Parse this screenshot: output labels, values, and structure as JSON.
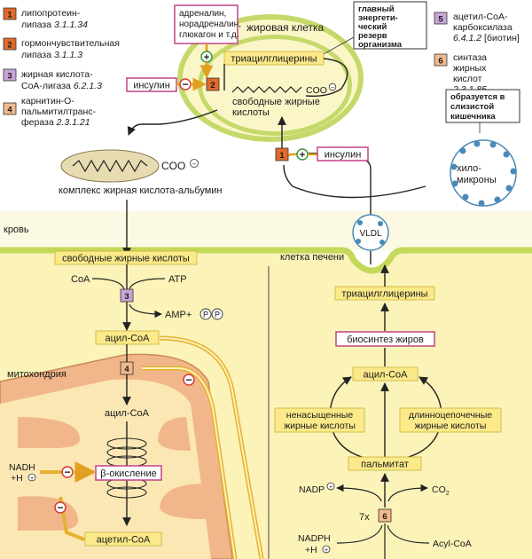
{
  "legend": [
    {
      "num": "1",
      "color": "#e06a2c",
      "line1": "липопротеин-",
      "line2": "липаза",
      "ec": "3.1.1.34"
    },
    {
      "num": "2",
      "color": "#e06a2c",
      "line1": "гормончувствительная",
      "line2": "липаза",
      "ec": "3.1.1.3"
    },
    {
      "num": "3",
      "color": "#c9a6d8",
      "line1": "жирная кислота-",
      "line2": "CoA-лигаза",
      "ec": "6.2.1.3"
    },
    {
      "num": "4",
      "color": "#f0b98e",
      "line1": "карнитин-O-",
      "line2": "пальмитилтранс-",
      "line3": "фераза",
      "ec": "2.3.1.21"
    },
    {
      "num": "5",
      "color": "#c9a6d8",
      "line1": "ацетил-CoA-",
      "line2": "карбоксилаза",
      "ec": "6.4.1.2",
      "extra": "[биотин]"
    },
    {
      "num": "6",
      "color": "#f0b98e",
      "line1": "синтаза",
      "line2": "жирных",
      "line3": "кислот",
      "ec": "2.3.1.85"
    }
  ],
  "hormones": {
    "line1": "адреналин,",
    "line2": "норадреналин,",
    "line3": "глюкагон и т.д."
  },
  "fat_cell": {
    "title": "жировая клетка",
    "tag_triglycerides": "триацилглицерины",
    "free_fa_line1": "свободные жирные",
    "free_fa_line2": "кислоты",
    "coo": "COO",
    "reserve_line1": "главный",
    "reserve_line2": "энергети-",
    "reserve_line3": "ческий",
    "reserve_line4": "резерв",
    "reserve_line5": "организма"
  },
  "insulin": "инсулин",
  "enzyme_labels": {
    "e1": "1",
    "e2": "2",
    "e3": "3",
    "e4": "4",
    "e6": "6"
  },
  "signs": {
    "plus": "+",
    "minus": "−",
    "charge": "−"
  },
  "albumin": {
    "label": "комплекс жирная кислота-альбумин",
    "coo": "COO"
  },
  "chylomicron": {
    "note_line1": "образуется в",
    "note_line2": "слизистой",
    "note_line3": "кишечника",
    "line1": "хило-",
    "line2": "микроны"
  },
  "vldl": "VLDL",
  "blood": "кровь",
  "liver_cell": "клетка печени",
  "free_fatty_acids": "свободные жирные кислоты",
  "activation": {
    "coa": "CoA",
    "atp": "ATP",
    "amp": "AMP+",
    "p": "P"
  },
  "acyl_coa": "ацил-CoA",
  "mitochondria": {
    "label": "митохондрия",
    "acyl_coa": "ацил-CoA",
    "beta": "β-окисление",
    "nadh_line1": "NADH",
    "nadh_line2": "+H",
    "acetyl_coa": "ацетил-CoA"
  },
  "liver": {
    "triglycerides": "триацилглицерины",
    "fat_biosynthesis": "биосинтез жиров",
    "acyl_coa": "ацил-CoA",
    "unsat_line1": "ненасыщенные",
    "unsat_line2": "жирные кислоты",
    "long_line1": "длинноцепочечные",
    "long_line2": "жирные кислоты",
    "palmitate": "пальмитат",
    "nadp": "NADP",
    "co2": "CO",
    "co2_sub": "2",
    "times7": "7x",
    "nadph_line1": "NADPH",
    "nadph_line2": "+H",
    "acyl_coa_en": "Acyl-CoA"
  }
}
